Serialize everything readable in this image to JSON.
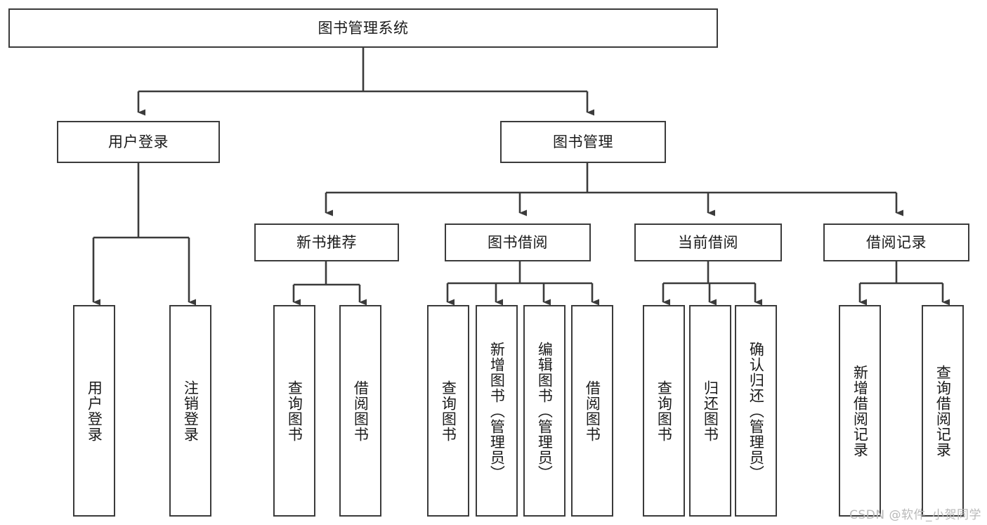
{
  "diagram": {
    "type": "tree",
    "title": "图书管理系统",
    "watermark": "CSDN @软件_小贺同学",
    "colors": {
      "stroke": "#3b3b3b",
      "fill": "#ffffff",
      "text": "#1a1a1a",
      "watermark": "#b9b9b9"
    },
    "levels": [
      {
        "level": 1,
        "nodes": [
          {
            "id": "root",
            "label": "图书管理系统"
          }
        ]
      },
      {
        "level": 2,
        "nodes": [
          {
            "id": "login",
            "label": "用户登录"
          },
          {
            "id": "bookmgmt",
            "label": "图书管理"
          }
        ]
      },
      {
        "level": 3,
        "nodes": [
          {
            "id": "newbooks",
            "label": "新书推荐"
          },
          {
            "id": "borrow",
            "label": "图书借阅"
          },
          {
            "id": "current",
            "label": "当前借阅"
          },
          {
            "id": "records",
            "label": "借阅记录"
          }
        ]
      },
      {
        "level": 4,
        "nodes": [
          {
            "id": "leaf1",
            "label": "用户登录",
            "parent": "login"
          },
          {
            "id": "leaf2",
            "label": "注销登录",
            "parent": "login"
          },
          {
            "id": "leaf3",
            "label": "查询图书",
            "parent": "newbooks"
          },
          {
            "id": "leaf4",
            "label": "借阅图书",
            "parent": "newbooks"
          },
          {
            "id": "leaf5",
            "label": "查询图书",
            "parent": "borrow"
          },
          {
            "id": "leaf6",
            "label": "新增图书（管理员）",
            "parent": "borrow"
          },
          {
            "id": "leaf7",
            "label": "编辑图书（管理员）",
            "parent": "borrow"
          },
          {
            "id": "leaf8",
            "label": "借阅图书",
            "parent": "borrow"
          },
          {
            "id": "leaf9",
            "label": "查询图书",
            "parent": "current"
          },
          {
            "id": "leaf10",
            "label": "归还图书",
            "parent": "current"
          },
          {
            "id": "leaf11",
            "label": "确认归还（管理员）",
            "parent": "current"
          },
          {
            "id": "leaf12",
            "label": "新增借阅记录",
            "parent": "records"
          },
          {
            "id": "leaf13",
            "label": "查询借阅记录",
            "parent": "records"
          }
        ]
      }
    ],
    "edges": [
      {
        "from": "root",
        "to": "login"
      },
      {
        "from": "root",
        "to": "bookmgmt"
      },
      {
        "from": "bookmgmt",
        "to": "newbooks"
      },
      {
        "from": "bookmgmt",
        "to": "borrow"
      },
      {
        "from": "bookmgmt",
        "to": "current"
      },
      {
        "from": "bookmgmt",
        "to": "records"
      },
      {
        "from": "login",
        "to": "leaf1"
      },
      {
        "from": "login",
        "to": "leaf2"
      },
      {
        "from": "newbooks",
        "to": "leaf3"
      },
      {
        "from": "newbooks",
        "to": "leaf4"
      },
      {
        "from": "borrow",
        "to": "leaf5"
      },
      {
        "from": "borrow",
        "to": "leaf6"
      },
      {
        "from": "borrow",
        "to": "leaf7"
      },
      {
        "from": "borrow",
        "to": "leaf8"
      },
      {
        "from": "current",
        "to": "leaf9"
      },
      {
        "from": "current",
        "to": "leaf10"
      },
      {
        "from": "current",
        "to": "leaf11"
      },
      {
        "from": "records",
        "to": "leaf12"
      },
      {
        "from": "records",
        "to": "leaf13"
      }
    ]
  }
}
